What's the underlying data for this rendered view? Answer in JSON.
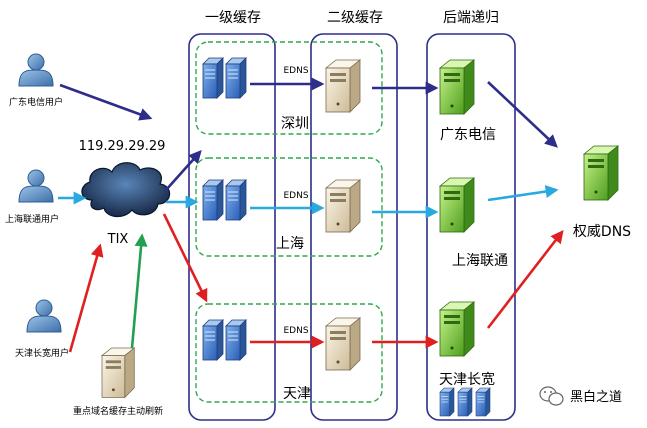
{
  "headers": {
    "tier1": "一级缓存",
    "tier2": "二级缓存",
    "backend": "后端递归"
  },
  "users": {
    "gd": "广东电信用户",
    "sh": "上海联通用户",
    "tj": "天津长宽用户"
  },
  "ip": "119.29.29.29",
  "tix": "TIX",
  "refresh": "重点域名缓存主动刷新",
  "edns": [
    "EDNS",
    "EDNS",
    "EDNS"
  ],
  "nodes": [
    "深圳",
    "上海",
    "天津"
  ],
  "isps": [
    "广东电信",
    "上海联通",
    "天津长宽"
  ],
  "auth": "权威DNS",
  "watermark": "黑白之道",
  "colors": {
    "navy": "#2e2e8a",
    "cyan": "#2aa8e0",
    "red": "#e02020",
    "green": "#20a050",
    "boxBorder": "#2e2e8a",
    "dash": "#2fa84f"
  },
  "icons": {
    "user": "user-icon",
    "cloud": "cloud-icon",
    "blueServer": "blue-server-icon",
    "beigeServer": "beige-server-icon",
    "greenServer": "green-server-icon",
    "wechat": "wechat-icon"
  }
}
